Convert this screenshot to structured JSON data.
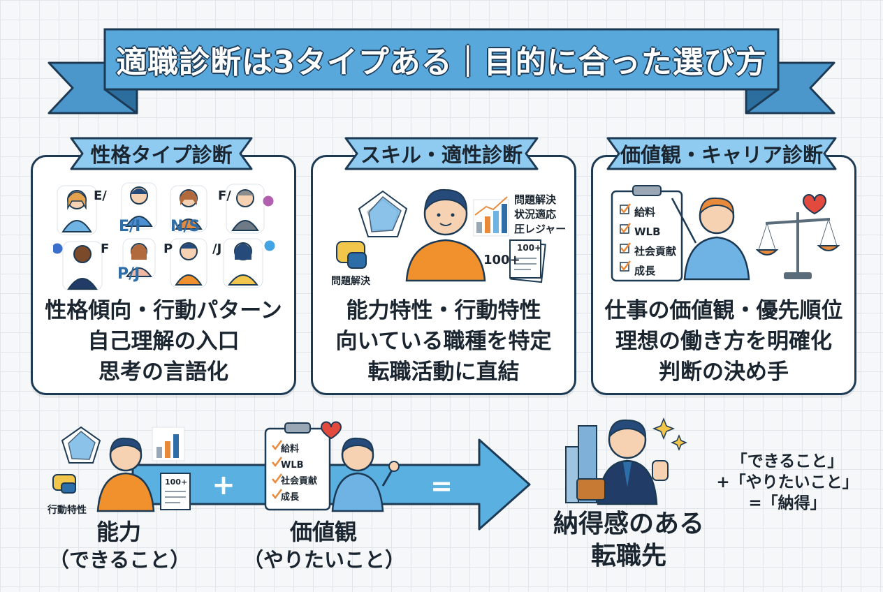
{
  "title": "適職診断は3タイプある｜目的に合った選び方",
  "colors": {
    "banner": "#58a8dc",
    "navy": "#1d3a55",
    "orange": "#f0912e",
    "arrow": "#5ab0e0"
  },
  "cards": [
    {
      "label": "性格タイプ診断",
      "lines": [
        "性格傾向・行動パターン",
        "自己理解の入口",
        "思考の言語化"
      ],
      "tags": {
        "e": "E/",
        "ei": "E/I",
        "ns": "N/S",
        "f1": "F/",
        "f2": "F",
        "pj": "P/J",
        "p": "P",
        "j": "/J"
      }
    },
    {
      "label": "スキル・適性診断",
      "lines": [
        "能力特性・行動特性",
        "向いている職種を特定",
        "転職活動に直結"
      ],
      "tags": {
        "skills": [
          "問題解決",
          "状況適応",
          "圧レジャー"
        ],
        "hundred": "100+",
        "doc": "100+",
        "problem": "問題解決"
      }
    },
    {
      "label": "価値観・キャリア診断",
      "lines": [
        "仕事の価値観・優先順位",
        "理想の働き方を明確化",
        "判断の決め手"
      ],
      "checklist": [
        "給料",
        "WLB",
        "社会貢献",
        "成長"
      ]
    }
  ],
  "flow": {
    "ability": {
      "main": "能力",
      "sub": "（できること）",
      "tag": "行動特性",
      "doc": "100+"
    },
    "plus": "+",
    "values": {
      "main": "価値観",
      "sub": "（やりたいこと）",
      "checklist": [
        "給料",
        "WLB",
        "社会貢献",
        "成長"
      ]
    },
    "equals": "=",
    "result": {
      "line1": "納得感のある",
      "line2": "転職先"
    },
    "formula": [
      "「できること」",
      "+「やりたいこと」",
      "=「納得」"
    ]
  }
}
